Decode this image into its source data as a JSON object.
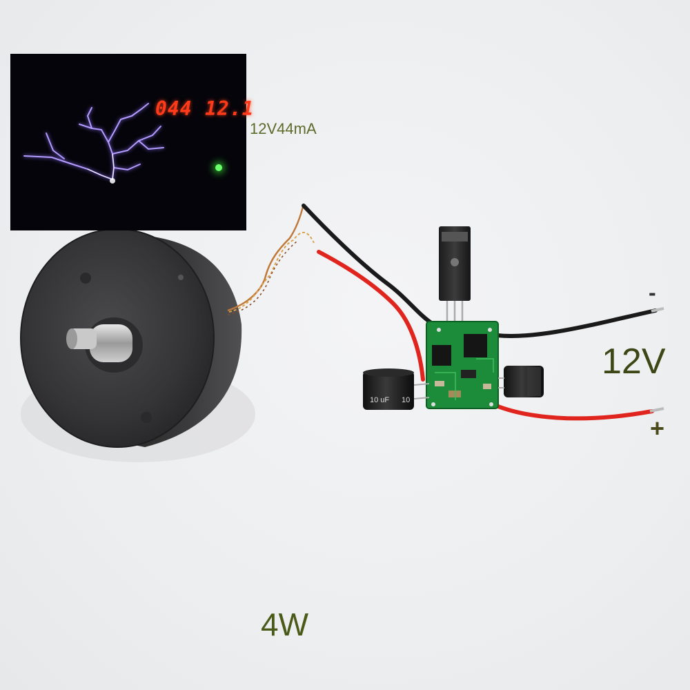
{
  "inset": {
    "display_current": "044",
    "display_voltage": "12.1"
  },
  "labels": {
    "spec": "12V44mA",
    "voltage": "12V",
    "minus": "-",
    "plus": "+",
    "power": "4W"
  },
  "components": {
    "capacitor_left_text": "10 uF",
    "capacitor_left_text2": "10"
  },
  "colors": {
    "wire_red": "#e0251e",
    "wire_black": "#1a1a1a",
    "pcb_green": "#1c8c3a",
    "coil_body": "#3a3a3c"
  }
}
